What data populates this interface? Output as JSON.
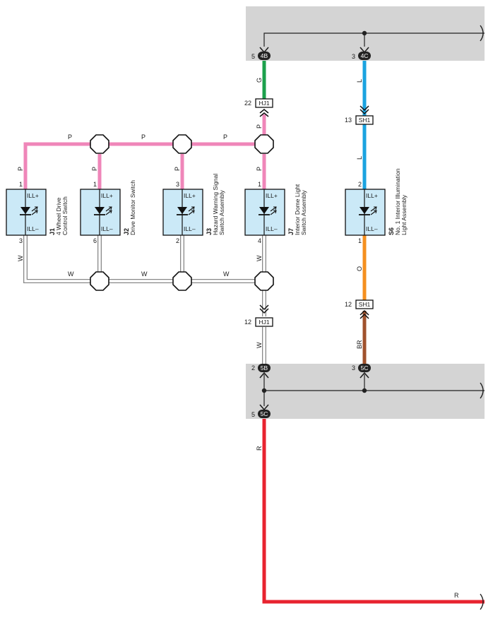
{
  "colors": {
    "pink": "#ef86b9",
    "green": "#1ca04c",
    "blue": "#1aa3e0",
    "orange": "#f5901f",
    "brown": "#a0522d",
    "red": "#e8232f",
    "white_wire": "#a6a6a6",
    "gray_panel": "#d4d4d4",
    "component_fill": "#cbe9f7"
  },
  "top_junction": {
    "connectors": [
      {
        "pin": "5",
        "code": "4B"
      },
      {
        "pin": "3",
        "code": "4C"
      }
    ]
  },
  "bottom_junction": {
    "connectors": [
      {
        "pin": "2",
        "code": "5B"
      },
      {
        "pin": "3",
        "code": "5C"
      },
      {
        "pin": "5",
        "code": "5C"
      }
    ]
  },
  "inline_connectors": [
    {
      "pin": "22",
      "code": "HJ1"
    },
    {
      "pin": "13",
      "code": "SH1"
    },
    {
      "pin": "12",
      "code": "SH1"
    },
    {
      "pin": "12",
      "code": "HJ1"
    }
  ],
  "wire_labels": {
    "green": "G",
    "pink": "P",
    "blue": "L",
    "orange": "O",
    "brown": "BR",
    "white": "W",
    "red": "R"
  },
  "components": [
    {
      "id": "J1",
      "pin_top": "1",
      "pin_bottom": "3",
      "term_top": "ILL+",
      "term_bottom": "ILL–",
      "name_lines": [
        "4 Wheel Drive",
        "Control Switch"
      ]
    },
    {
      "id": "J2",
      "pin_top": "1",
      "pin_bottom": "6",
      "term_top": "ILL+",
      "term_bottom": "ILL–",
      "name_lines": [
        "Drive Monitor Switch"
      ]
    },
    {
      "id": "J3",
      "pin_top": "3",
      "pin_bottom": "2",
      "term_top": "ILL+",
      "term_bottom": "ILL–",
      "name_lines": [
        "Hazard Warning Signal",
        "Switch Assembly"
      ]
    },
    {
      "id": "J7",
      "pin_top": "1",
      "pin_bottom": "4",
      "term_top": "ILL+",
      "term_bottom": "ILL–",
      "name_lines": [
        "Interior Dome Light",
        "Switch Assembly"
      ]
    },
    {
      "id": "S6",
      "pin_top": "2",
      "pin_bottom": "1",
      "term_top": "ILL+",
      "term_bottom": "ILL–",
      "name_lines": [
        "No. 1 Interior Illumination",
        "Light Assembly"
      ]
    }
  ]
}
